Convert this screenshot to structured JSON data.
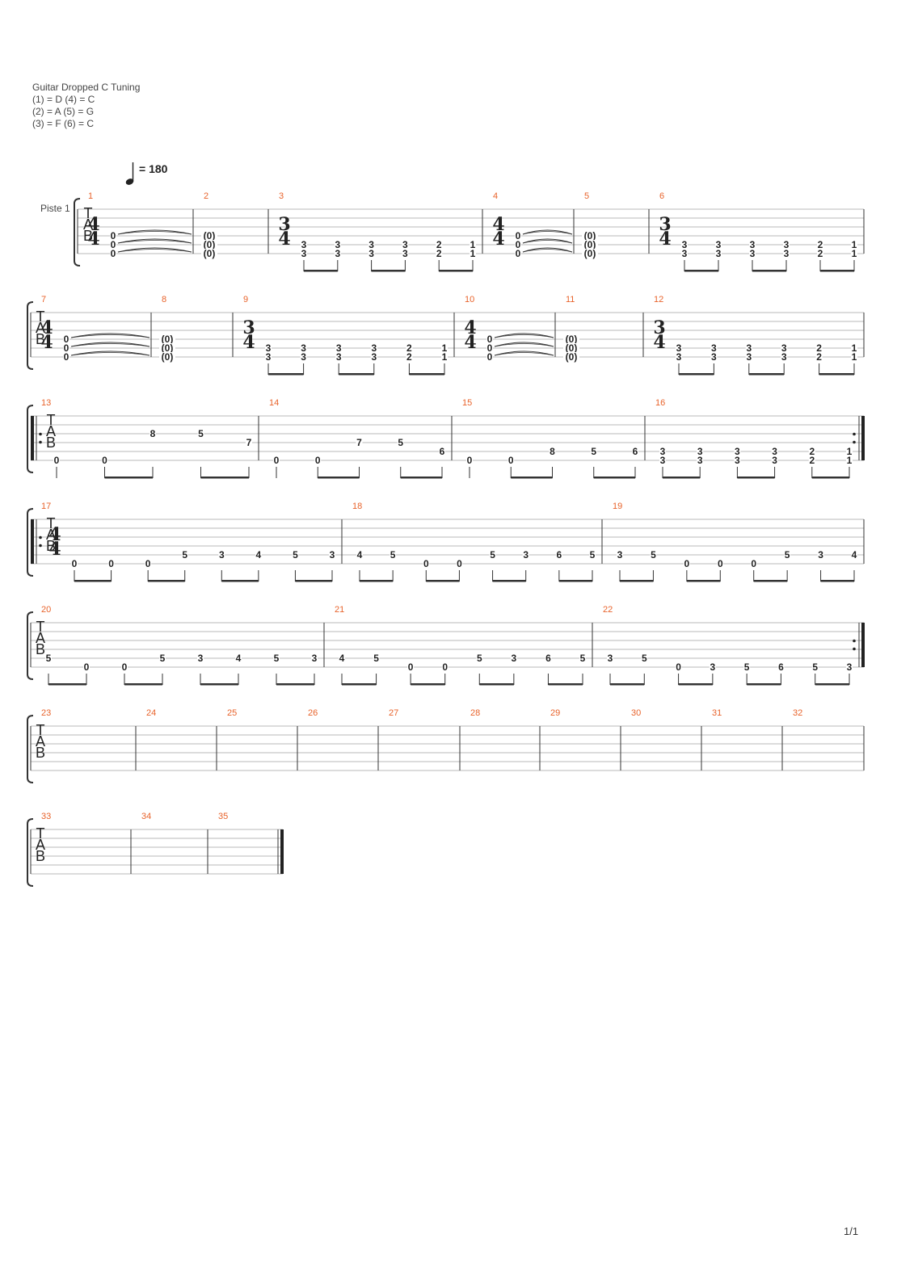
{
  "tuning": {
    "title": "Guitar Dropped C Tuning",
    "lines": [
      "(1) = D (4) = C",
      "(2) = A (5) = G",
      "(3) = F  (6) = C"
    ]
  },
  "tempo": {
    "value": "= 180"
  },
  "track": {
    "name": "Piste 1"
  },
  "tab_clef": [
    "T",
    "A",
    "B"
  ],
  "colors": {
    "measure_number": "#e8632b",
    "staff_line": "#b9b9b9",
    "ink": "#333333"
  },
  "page": {
    "number": "1/1"
  },
  "measures": [
    {
      "n": "1",
      "ts": [
        "4",
        "4"
      ],
      "notes": [
        {
          "s": 4,
          "f": "0",
          "tie": true
        },
        {
          "s": 5,
          "f": "0",
          "tie": true
        },
        {
          "s": 6,
          "f": "0",
          "tie": true
        }
      ]
    },
    {
      "n": "2",
      "notes": [
        {
          "s": 4,
          "f": "(0)"
        },
        {
          "s": 5,
          "f": "(0)"
        },
        {
          "s": 6,
          "f": "(0)"
        }
      ]
    },
    {
      "n": "3",
      "ts": [
        "3",
        "4"
      ],
      "notes": [
        {
          "s": 5,
          "f": "3"
        },
        {
          "s": 6,
          "f": "3"
        },
        {
          "s": 5,
          "f": "3"
        },
        {
          "s": 6,
          "f": "3"
        },
        {
          "s": 5,
          "f": "3"
        },
        {
          "s": 6,
          "f": "3"
        },
        {
          "s": 5,
          "f": "3"
        },
        {
          "s": 6,
          "f": "3"
        },
        {
          "s": 5,
          "f": "2"
        },
        {
          "s": 6,
          "f": "2"
        },
        {
          "s": 5,
          "f": "1"
        },
        {
          "s": 6,
          "f": "1"
        }
      ]
    },
    {
      "n": "4",
      "ts": [
        "4",
        "4"
      ],
      "notes": [
        {
          "s": 4,
          "f": "0",
          "tie": true
        },
        {
          "s": 5,
          "f": "0",
          "tie": true
        },
        {
          "s": 6,
          "f": "0",
          "tie": true
        }
      ]
    },
    {
      "n": "5",
      "notes": [
        {
          "s": 4,
          "f": "(0)"
        },
        {
          "s": 5,
          "f": "(0)"
        },
        {
          "s": 6,
          "f": "(0)"
        }
      ]
    },
    {
      "n": "6",
      "ts": [
        "3",
        "4"
      ],
      "notes": [
        {
          "s": 5,
          "f": "3"
        },
        {
          "s": 6,
          "f": "3"
        },
        {
          "s": 5,
          "f": "3"
        },
        {
          "s": 6,
          "f": "3"
        },
        {
          "s": 5,
          "f": "3"
        },
        {
          "s": 6,
          "f": "3"
        },
        {
          "s": 5,
          "f": "3"
        },
        {
          "s": 6,
          "f": "3"
        },
        {
          "s": 5,
          "f": "2"
        },
        {
          "s": 6,
          "f": "2"
        },
        {
          "s": 5,
          "f": "1"
        },
        {
          "s": 6,
          "f": "1"
        }
      ]
    },
    {
      "n": "7",
      "ts": [
        "4",
        "4"
      ],
      "notes": [
        {
          "s": 4,
          "f": "0",
          "tie": true
        },
        {
          "s": 5,
          "f": "0",
          "tie": true
        },
        {
          "s": 6,
          "f": "0",
          "tie": true
        }
      ]
    },
    {
      "n": "8",
      "notes": [
        {
          "s": 4,
          "f": "(0)"
        },
        {
          "s": 5,
          "f": "(0)"
        },
        {
          "s": 6,
          "f": "(0)"
        }
      ]
    },
    {
      "n": "9",
      "ts": [
        "3",
        "4"
      ],
      "notes": [
        {
          "s": 5,
          "f": "3"
        },
        {
          "s": 6,
          "f": "3"
        },
        {
          "s": 5,
          "f": "3"
        },
        {
          "s": 6,
          "f": "3"
        },
        {
          "s": 5,
          "f": "3"
        },
        {
          "s": 6,
          "f": "3"
        },
        {
          "s": 5,
          "f": "3"
        },
        {
          "s": 6,
          "f": "3"
        },
        {
          "s": 5,
          "f": "2"
        },
        {
          "s": 6,
          "f": "2"
        },
        {
          "s": 5,
          "f": "1"
        },
        {
          "s": 6,
          "f": "1"
        }
      ]
    },
    {
      "n": "10",
      "ts": [
        "4",
        "4"
      ],
      "notes": [
        {
          "s": 4,
          "f": "0",
          "tie": true
        },
        {
          "s": 5,
          "f": "0",
          "tie": true
        },
        {
          "s": 6,
          "f": "0",
          "tie": true
        }
      ]
    },
    {
      "n": "11",
      "notes": [
        {
          "s": 4,
          "f": "(0)"
        },
        {
          "s": 5,
          "f": "(0)"
        },
        {
          "s": 6,
          "f": "(0)"
        }
      ]
    },
    {
      "n": "12",
      "ts": [
        "3",
        "4"
      ],
      "notes": [
        {
          "s": 5,
          "f": "3"
        },
        {
          "s": 6,
          "f": "3"
        },
        {
          "s": 5,
          "f": "3"
        },
        {
          "s": 6,
          "f": "3"
        },
        {
          "s": 5,
          "f": "3"
        },
        {
          "s": 6,
          "f": "3"
        },
        {
          "s": 5,
          "f": "3"
        },
        {
          "s": 6,
          "f": "3"
        },
        {
          "s": 5,
          "f": "2"
        },
        {
          "s": 6,
          "f": "2"
        },
        {
          "s": 5,
          "f": "1"
        },
        {
          "s": 6,
          "f": "1"
        }
      ]
    },
    {
      "n": "13",
      "repeat_start": true,
      "notes": [
        {
          "s": 6,
          "f": "0"
        },
        {
          "s": 6,
          "f": "0"
        },
        {
          "s": 3,
          "f": "8"
        },
        {
          "s": 3,
          "f": "5"
        },
        {
          "s": 4,
          "f": "7"
        }
      ]
    },
    {
      "n": "14",
      "notes": [
        {
          "s": 6,
          "f": "0"
        },
        {
          "s": 6,
          "f": "0"
        },
        {
          "s": 4,
          "f": "7"
        },
        {
          "s": 4,
          "f": "5"
        },
        {
          "s": 5,
          "f": "6"
        }
      ]
    },
    {
      "n": "15",
      "notes": [
        {
          "s": 6,
          "f": "0"
        },
        {
          "s": 6,
          "f": "0"
        },
        {
          "s": 5,
          "f": "8"
        },
        {
          "s": 5,
          "f": "5"
        },
        {
          "s": 5,
          "f": "6"
        }
      ]
    },
    {
      "n": "16",
      "repeat_end": true,
      "notes": [
        {
          "s": 5,
          "f": "3"
        },
        {
          "s": 6,
          "f": "3"
        },
        {
          "s": 5,
          "f": "3"
        },
        {
          "s": 6,
          "f": "3"
        },
        {
          "s": 5,
          "f": "3"
        },
        {
          "s": 6,
          "f": "3"
        },
        {
          "s": 5,
          "f": "3"
        },
        {
          "s": 6,
          "f": "3"
        },
        {
          "s": 5,
          "f": "2"
        },
        {
          "s": 6,
          "f": "2"
        },
        {
          "s": 5,
          "f": "1"
        },
        {
          "s": 6,
          "f": "1"
        }
      ]
    },
    {
      "n": "17",
      "repeat_start": true,
      "ts": [
        "4",
        "4"
      ],
      "notes": [
        {
          "s": 6,
          "f": "0"
        },
        {
          "s": 6,
          "f": "0"
        },
        {
          "s": 6,
          "f": "0"
        },
        {
          "s": 5,
          "f": "5"
        },
        {
          "s": 5,
          "f": "3"
        },
        {
          "s": 5,
          "f": "4"
        },
        {
          "s": 5,
          "f": "5"
        },
        {
          "s": 5,
          "f": "3"
        }
      ]
    },
    {
      "n": "18",
      "notes": [
        {
          "s": 5,
          "f": "4"
        },
        {
          "s": 5,
          "f": "5"
        },
        {
          "s": 6,
          "f": "0"
        },
        {
          "s": 6,
          "f": "0"
        },
        {
          "s": 5,
          "f": "5"
        },
        {
          "s": 5,
          "f": "3"
        },
        {
          "s": 5,
          "f": "6"
        },
        {
          "s": 5,
          "f": "5"
        }
      ]
    },
    {
      "n": "19",
      "notes": [
        {
          "s": 5,
          "f": "3"
        },
        {
          "s": 5,
          "f": "5"
        },
        {
          "s": 6,
          "f": "0"
        },
        {
          "s": 6,
          "f": "0"
        },
        {
          "s": 6,
          "f": "0"
        },
        {
          "s": 5,
          "f": "5"
        },
        {
          "s": 5,
          "f": "3"
        },
        {
          "s": 5,
          "f": "4"
        }
      ]
    },
    {
      "n": "20",
      "notes": [
        {
          "s": 5,
          "f": "5"
        },
        {
          "s": 6,
          "f": "0"
        },
        {
          "s": 6,
          "f": "0"
        },
        {
          "s": 5,
          "f": "5"
        },
        {
          "s": 5,
          "f": "3"
        },
        {
          "s": 5,
          "f": "4"
        },
        {
          "s": 5,
          "f": "5"
        },
        {
          "s": 5,
          "f": "3"
        }
      ]
    },
    {
      "n": "21",
      "notes": [
        {
          "s": 5,
          "f": "4"
        },
        {
          "s": 5,
          "f": "5"
        },
        {
          "s": 6,
          "f": "0"
        },
        {
          "s": 6,
          "f": "0"
        },
        {
          "s": 5,
          "f": "5"
        },
        {
          "s": 5,
          "f": "3"
        },
        {
          "s": 5,
          "f": "6"
        },
        {
          "s": 5,
          "f": "5"
        }
      ]
    },
    {
      "n": "22",
      "repeat_end": true,
      "notes": [
        {
          "s": 5,
          "f": "3"
        },
        {
          "s": 5,
          "f": "5"
        },
        {
          "s": 6,
          "f": "0"
        },
        {
          "s": 6,
          "f": "3"
        },
        {
          "s": 6,
          "f": "5"
        },
        {
          "s": 6,
          "f": "6"
        },
        {
          "s": 6,
          "f": "5"
        },
        {
          "s": 6,
          "f": "3"
        }
      ]
    },
    {
      "n": "23",
      "notes": []
    },
    {
      "n": "24",
      "notes": []
    },
    {
      "n": "25",
      "notes": []
    },
    {
      "n": "26",
      "notes": []
    },
    {
      "n": "27",
      "notes": []
    },
    {
      "n": "28",
      "notes": []
    },
    {
      "n": "29",
      "notes": []
    },
    {
      "n": "30",
      "notes": []
    },
    {
      "n": "31",
      "notes": []
    },
    {
      "n": "32",
      "notes": []
    },
    {
      "n": "33",
      "notes": []
    },
    {
      "n": "34",
      "notes": []
    },
    {
      "n": "35",
      "final_bar": true,
      "notes": []
    }
  ]
}
